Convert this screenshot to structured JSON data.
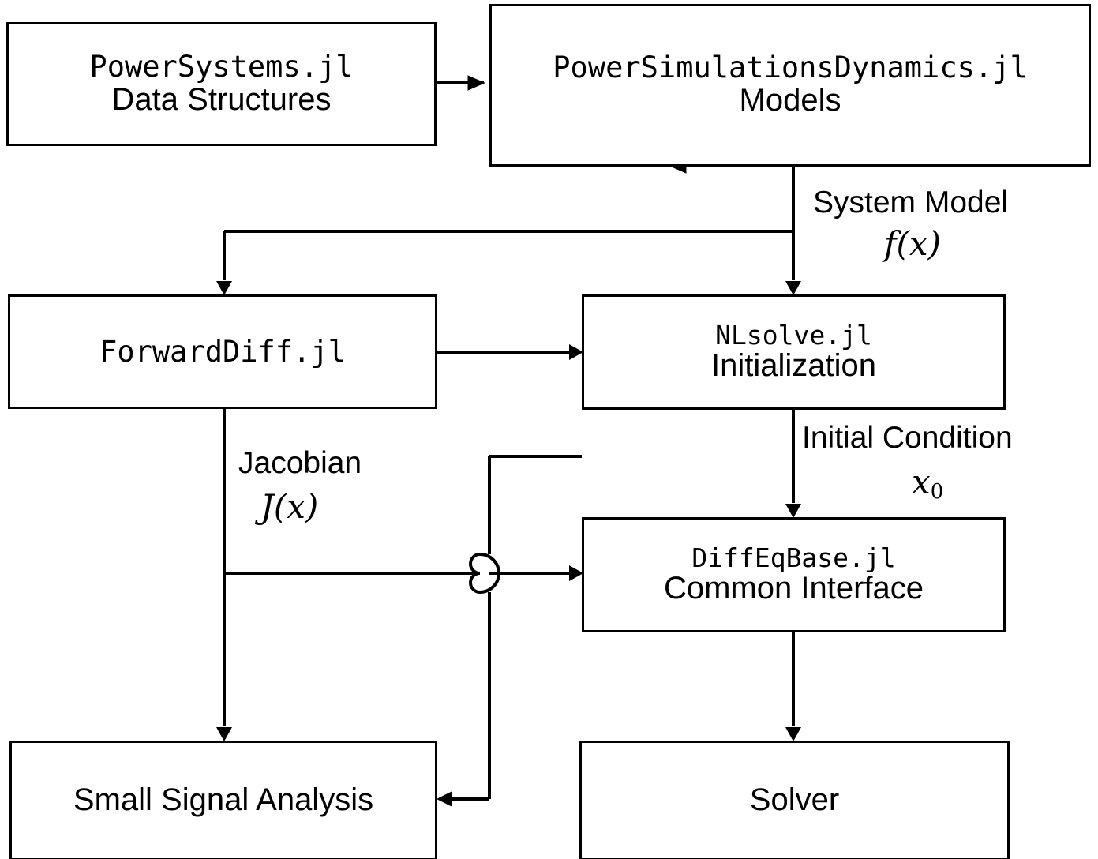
{
  "diagram": {
    "title": "PowerSimulationsDynamics.jl package architecture flowchart",
    "background_color": "#ffffff",
    "line_color": "#000000",
    "nodes": [
      {
        "id": "powersystems",
        "name": "node-powersystems",
        "title": "PowerSystems.jl",
        "subtitle": "Data Structures"
      },
      {
        "id": "psd",
        "name": "node-powersimulationsdynamics",
        "title": "PowerSimulationsDynamics.jl",
        "subtitle": "Models"
      },
      {
        "id": "forwarddiff",
        "name": "node-forwarddiff",
        "title": "ForwardDiff.jl",
        "subtitle": ""
      },
      {
        "id": "nlsolve",
        "name": "node-nlsolve",
        "title": "NLsolve.jl",
        "subtitle": "Initialization"
      },
      {
        "id": "diffeqbase",
        "name": "node-diffeqbase",
        "title": "DiffEqBase.jl",
        "subtitle": "Common Interface"
      },
      {
        "id": "smallsignal",
        "name": "node-small-signal-analysis",
        "title": "",
        "subtitle": "Small Signal Analysis"
      },
      {
        "id": "solver",
        "name": "node-solver",
        "title": "",
        "subtitle": "Solver"
      }
    ],
    "edge_labels": [
      {
        "id": "system-model",
        "text": "System Model",
        "math": "f(x)"
      },
      {
        "id": "initial-condition",
        "text": "Initial Condition",
        "math": "x",
        "math_sub": "0"
      },
      {
        "id": "jacobian",
        "text": "Jacobian",
        "math": "J(x)"
      }
    ],
    "edges": [
      {
        "from": "powersystems",
        "to": "psd",
        "label": ""
      },
      {
        "from": "psd",
        "to": "nlsolve",
        "label": "System Model f(x)"
      },
      {
        "from": "psd",
        "to": "forwarddiff",
        "label": "System Model f(x)"
      },
      {
        "from": "forwarddiff",
        "to": "nlsolve",
        "label": ""
      },
      {
        "from": "forwarddiff",
        "to": "smallsignal",
        "label": "Jacobian J(x)"
      },
      {
        "from": "forwarddiff",
        "to": "diffeqbase",
        "label": "Jacobian J(x)"
      },
      {
        "from": "nlsolve",
        "to": "diffeqbase",
        "label": "Initial Condition x0"
      },
      {
        "from": "diffeqbase",
        "to": "solver",
        "label": ""
      },
      {
        "from": "diffeqbase",
        "to": "smallsignal",
        "label": ""
      }
    ]
  }
}
